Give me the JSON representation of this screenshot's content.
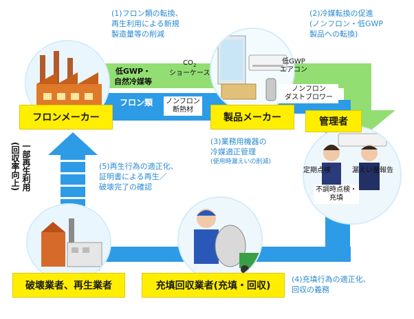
{
  "notes": {
    "n1": [
      "(1)フロン類の転換、",
      "再生利用による新規",
      "製造量等の削減"
    ],
    "n2": [
      "(2)冷媒転換の促進",
      "(ノンフロン・低GWP",
      "製品への転換)"
    ],
    "n3": [
      "(3)業務用機器の",
      "冷媒適正管理",
      "(使用時漏えいの削減)"
    ],
    "n4": [
      "(4)充填行為の適正化、",
      "回収の義務"
    ],
    "n5": [
      "(5)再生行為の適正化、",
      "証明書による再生／",
      "破壊完了の確認"
    ]
  },
  "entities": {
    "maker": "フロンメーカー",
    "product_maker": "製品メーカー",
    "manager": "管理者",
    "destroyer": "破壊業者、再生業者",
    "collector": "充填回収業者(充填・回収)"
  },
  "labels": {
    "low_gwp": [
      "低GWP・",
      "自然冷媒等"
    ],
    "freon": "フロン類",
    "co2_prefix": "CO",
    "co2_sub": "2",
    "co2_suffix": "ショーケース",
    "low_gwp_ac": [
      "低GWP",
      "エアコン"
    ],
    "non_freon_insulation": [
      "ノンフロン",
      "断熱材"
    ],
    "non_freon_duster": [
      "ノンフロン",
      "ダストブロワー"
    ],
    "periodic_inspection": "定期点検",
    "leak_report": "漏えい量報告",
    "malfunction_inspection": [
      "不調時点検・",
      "充填"
    ],
    "recycle_left": [
      "一部再生利用",
      "(回収率向上)"
    ]
  },
  "colors": {
    "flow_blue": "#2d9be6",
    "flow_green": "#6ad04a",
    "label_yellow": "#ffee00",
    "note_blue": "#2a8ad0"
  }
}
